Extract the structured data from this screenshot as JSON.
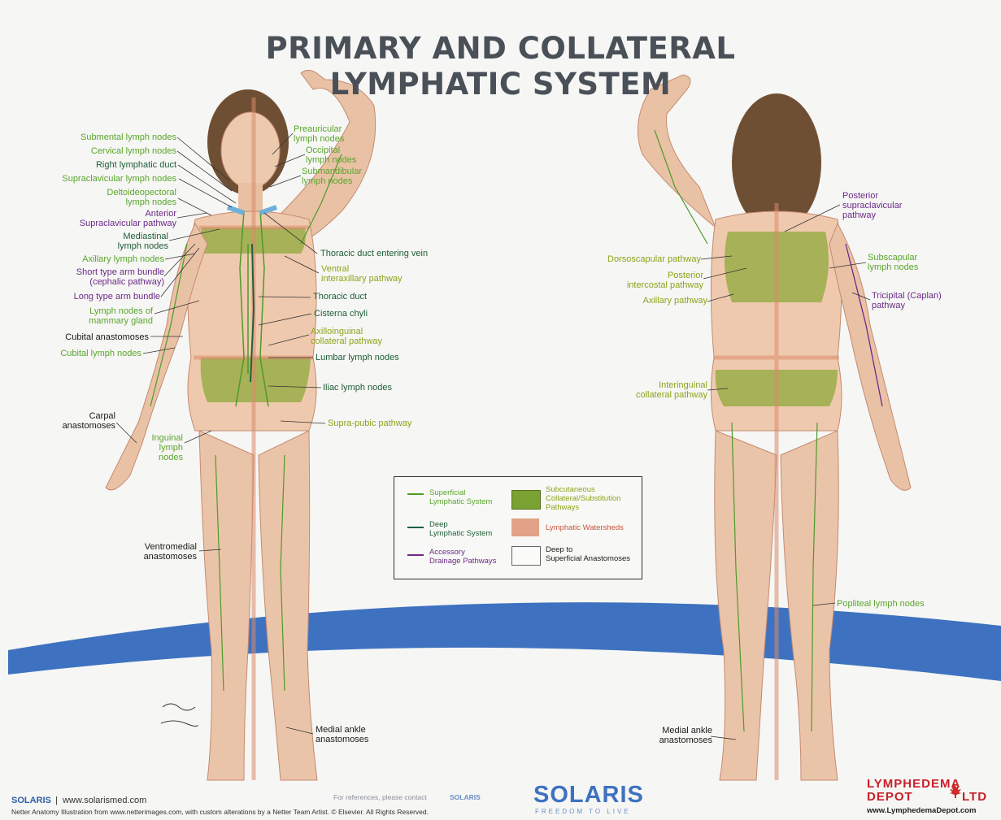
{
  "title": {
    "line1": "PRIMARY AND COLLATERAL",
    "line2": "LYMPHATIC SYSTEM"
  },
  "colors": {
    "superficial": "#4e9a2a",
    "deep": "#1e6040",
    "accessory": "#6a2a88",
    "substitution": "#7aa232",
    "watershed": "#d98a6a",
    "band": "#3e72c0"
  },
  "front_labels": {
    "submental": "Submental lymph nodes",
    "cervical": "Cervical lymph nodes",
    "right_duct": "Right lymphatic duct",
    "supraclavicular": "Supraclavicular lymph nodes",
    "deltoideopectoral": "Deltoideopectoral\nlymph nodes",
    "anterior_supraclav": "Anterior\nSupraclavicular pathway",
    "mediastinal": "Mediastinal\nlymph nodes",
    "axillary": "Axillary lymph nodes",
    "short_bundle": "Short type arm bundle\n(cephalic pathway)",
    "long_bundle": "Long type arm bundle",
    "mammary": "Lymph nodes of\nmammary gland",
    "cubital_anast": "Cubital anastomoses",
    "cubital_nodes": "Cubital lymph nodes",
    "carpal": "Carpal\nanastomoses",
    "inguinal": "Inguinal\nlymph\nnodes",
    "ventromedial": "Ventromedial\nanastomoses",
    "medial_ankle": "Medial ankle\nanastomoses",
    "preauricular": "Preauricular\nlymph nodes",
    "occipital": "Occipital\nlymph nodes",
    "submandibular": "Submandibular\nlymph nodes",
    "thoracic_entering": "Thoracic duct entering vein",
    "ventral_interax": "Ventral\ninteraxillary pathway",
    "thoracic_duct": "Thoracic duct",
    "cisterna": "Cisterna chyli",
    "axilloinguinal": "Axilloinguinal\ncollateral pathway",
    "lumbar": "Lumbar lymph nodes",
    "iliac": "Iliac lymph nodes",
    "suprapubic": "Supra-pubic pathway"
  },
  "back_labels": {
    "post_supraclav": "Posterior\nsupraclavicular\npathway",
    "dorsoscapular": "Dorsoscapular pathway",
    "post_intercostal": "Posterior\nintercostal pathway",
    "axillary_path": "Axillary pathway",
    "subscapular": "Subscapular\nlymph nodes",
    "tricipital": "Tricipital (Caplan)\npathway",
    "interinguinal": "Interinguinal\ncollateral pathway",
    "popliteal": "Popliteal lymph nodes",
    "medial_ankle": "Medial ankle\nanastomoses"
  },
  "legend": {
    "superficial": "Superficial\nLymphatic System",
    "deep": "Deep\nLymphatic System",
    "accessory": "Accessory\nDrainage Pathways",
    "subcutaneous": "Subcutaneous\nCollateral/Substitution\nPathways",
    "watersheds": "Lymphatic Watersheds",
    "deep_to_superficial": "Deep to\nSuperficial Anastomoses"
  },
  "footer": {
    "solaris_small": "SOLARIS",
    "website": "|  www.solarismed.com",
    "credit": "Netter Anatomy Illustration from www.netterimages.com, with custom alterations by a Netter Team Artist. © Elsevier. All Rights Reserved.",
    "references": "For references, please contact",
    "references_brand": "SOLARIS",
    "solaris_logo": "SOLARIS",
    "tagline": "FREEDOM TO LIVE",
    "lymphedema": "LYMPHEDEMA",
    "depot": "DEPOT",
    "ltd": "LTD",
    "depot_url": "www.LymphedemaDepot.com"
  }
}
